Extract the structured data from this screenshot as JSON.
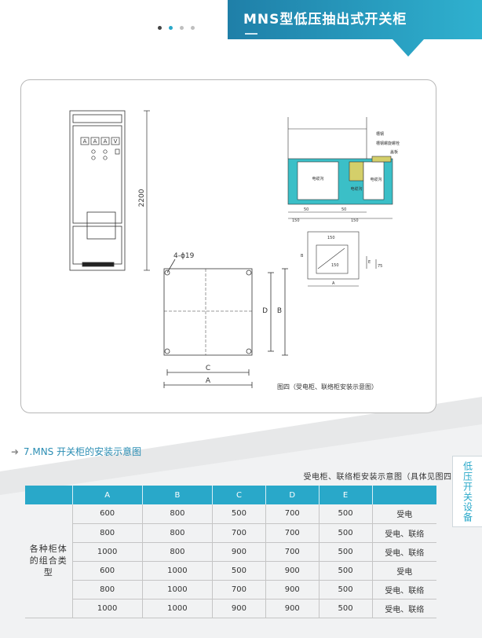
{
  "header": {
    "title": "MNS型低压抽出式开关柜",
    "page_dots": 4,
    "active_dot": 1
  },
  "drawing": {
    "dim_height": "2200",
    "meter_labels": [
      "A",
      "A",
      "A",
      "V"
    ],
    "bolt_label": "4-ϕ19",
    "plan_label_d": "D",
    "plan_label_b": "B",
    "plan_label_c": "C",
    "plan_label_a": "A",
    "section_callouts": [
      "槽钢",
      "槽钢螺旋螺栓",
      "盖板"
    ],
    "cable_labels": [
      "电缆沟",
      "电缆沟",
      "电缆沟"
    ],
    "section_dims": [
      "50",
      "50",
      "150",
      "150"
    ],
    "small_dims": [
      "150",
      "150",
      "E",
      "75",
      "A",
      "B"
    ],
    "caption": "图四（受电柜、联络柜安装示意图）"
  },
  "section": {
    "arrow": "➜",
    "heading": "7.MNS 开关柜的安装示意图",
    "caption": "受电柜、联络柜安装示意图（具体见图四）"
  },
  "side_tab": {
    "label": "低压开关设备"
  },
  "table": {
    "headers": [
      "",
      "A",
      "B",
      "C",
      "D",
      "E",
      ""
    ],
    "row_header": "各种柜体的组合类型",
    "rows": [
      [
        "600",
        "800",
        "500",
        "700",
        "500",
        "受电"
      ],
      [
        "800",
        "800",
        "700",
        "700",
        "500",
        "受电、联络"
      ],
      [
        "1000",
        "800",
        "900",
        "700",
        "500",
        "受电、联络"
      ],
      [
        "600",
        "1000",
        "500",
        "900",
        "500",
        "受电"
      ],
      [
        "800",
        "1000",
        "700",
        "900",
        "500",
        "受电、联络"
      ],
      [
        "1000",
        "1000",
        "900",
        "900",
        "500",
        "受电、联络"
      ]
    ]
  },
  "colors": {
    "accent": "#29a8c9",
    "teal_fill": "#3bbfc7",
    "yellow_fill": "#d4cf6a"
  }
}
